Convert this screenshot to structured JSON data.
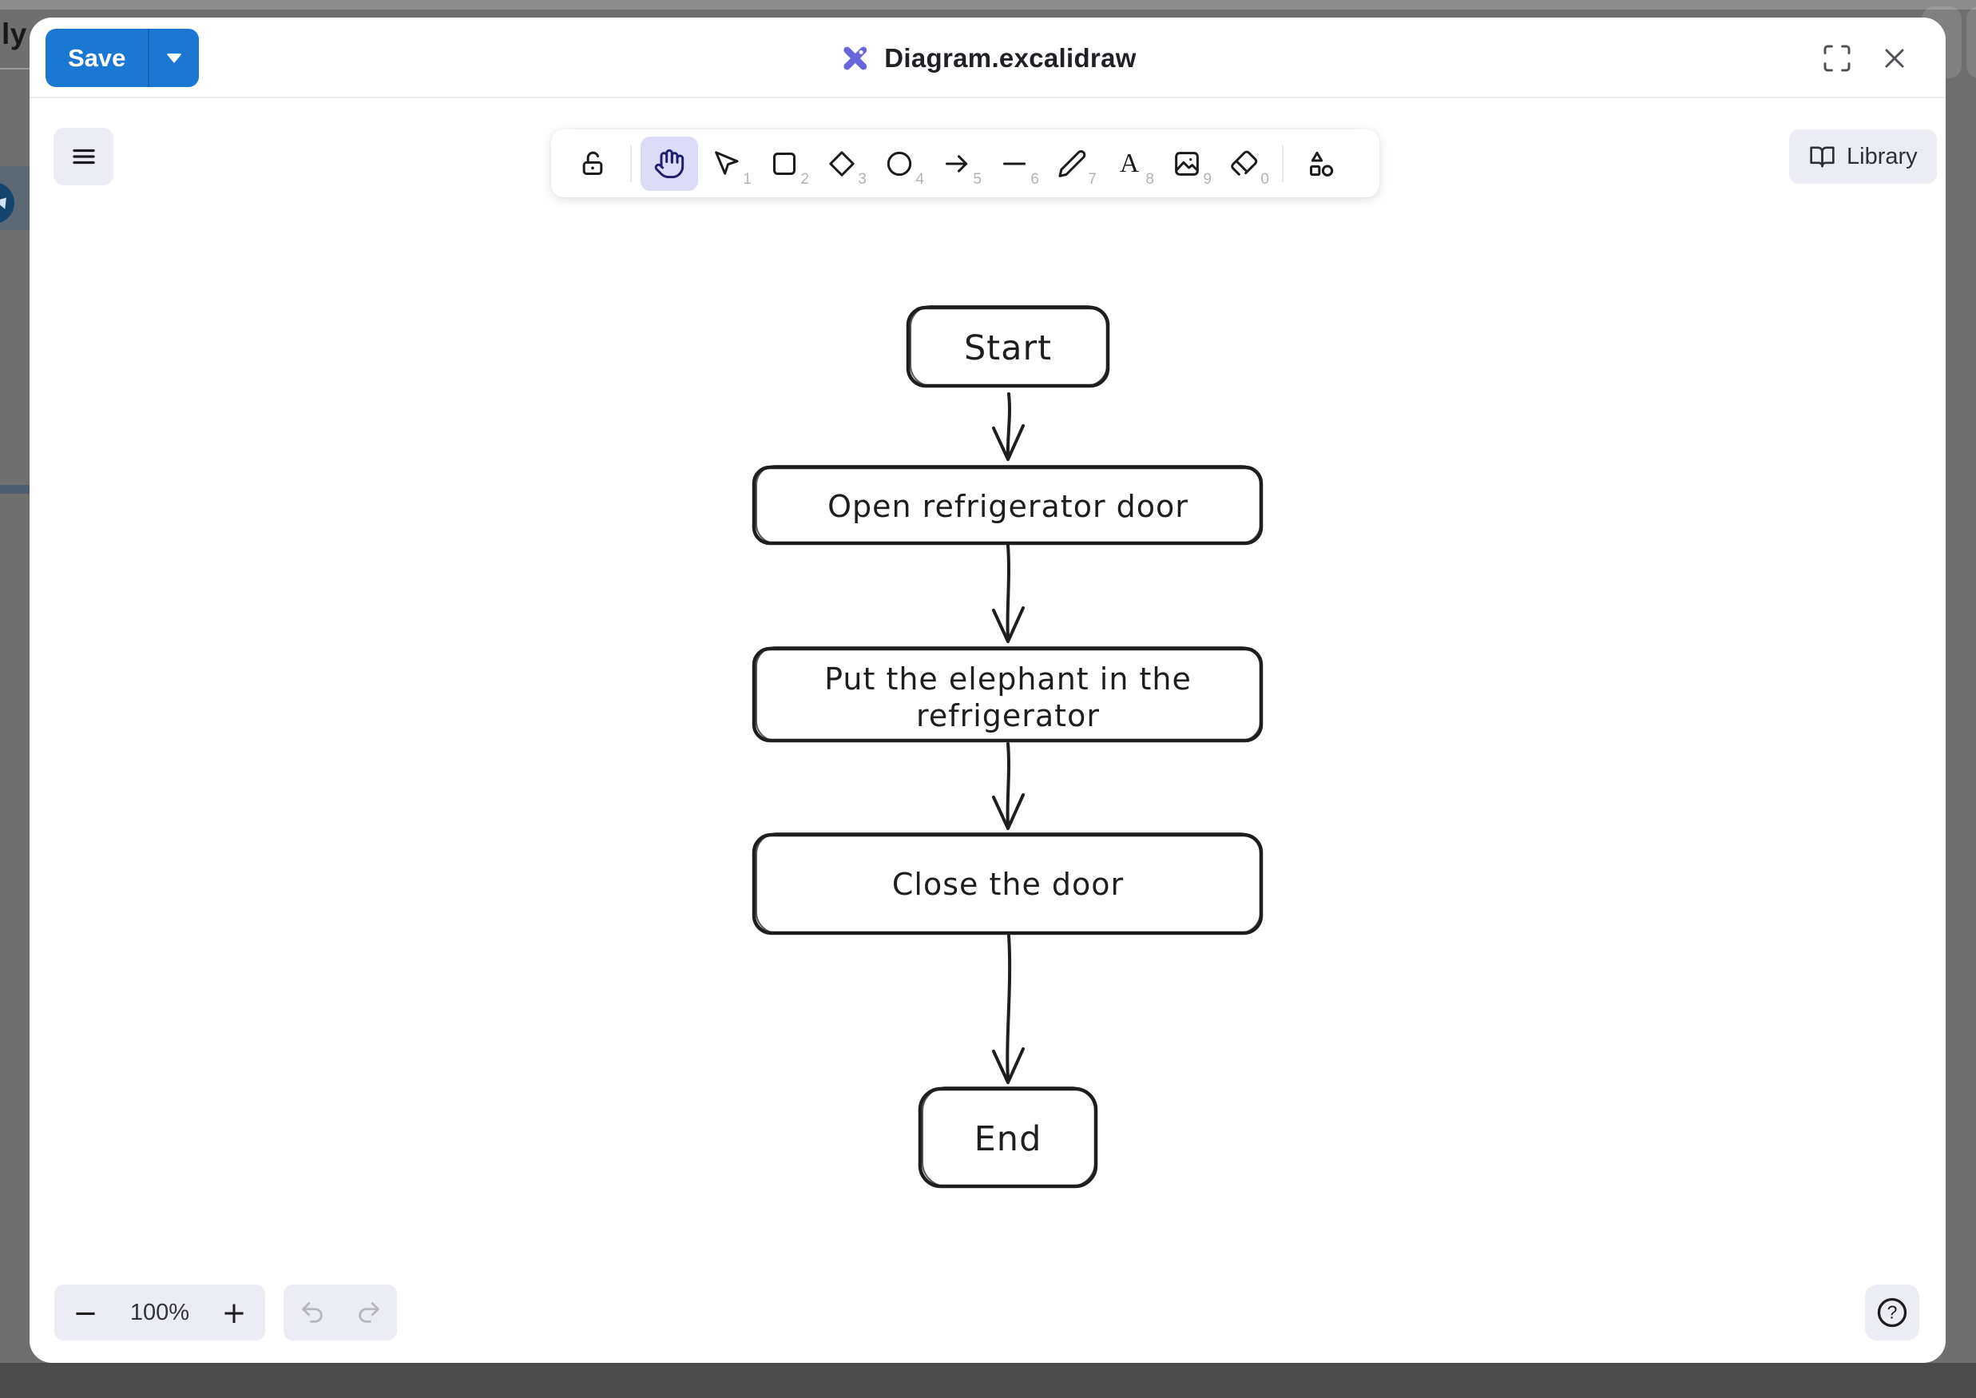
{
  "backdrop": {
    "clipped_text": "ly F"
  },
  "titlebar": {
    "save_label": "Save",
    "title": "Diagram.excalidraw"
  },
  "toolbar": {
    "tools": [
      {
        "name": "lock"
      },
      {
        "name": "hand",
        "selected": true
      },
      {
        "name": "selection",
        "shortcut": "1"
      },
      {
        "name": "rectangle",
        "shortcut": "2"
      },
      {
        "name": "diamond",
        "shortcut": "3"
      },
      {
        "name": "ellipse",
        "shortcut": "4"
      },
      {
        "name": "arrow",
        "shortcut": "5"
      },
      {
        "name": "line",
        "shortcut": "6"
      },
      {
        "name": "draw",
        "shortcut": "7"
      },
      {
        "name": "text",
        "shortcut": "8",
        "icon_glyph": "A"
      },
      {
        "name": "image",
        "shortcut": "9"
      },
      {
        "name": "eraser",
        "shortcut": "0"
      },
      {
        "name": "extra-shapes"
      }
    ],
    "library_label": "Library"
  },
  "diagram": {
    "nodes": [
      {
        "id": "start",
        "label": "Start"
      },
      {
        "id": "open",
        "label": "Open refrigerator door"
      },
      {
        "id": "put",
        "label": "Put the elephant in the refrigerator",
        "lines": [
          "Put the elephant in the",
          "refrigerator"
        ]
      },
      {
        "id": "close",
        "label": "Close the door"
      },
      {
        "id": "end",
        "label": "End"
      }
    ],
    "edges": [
      {
        "from": "start",
        "to": "open"
      },
      {
        "from": "open",
        "to": "put"
      },
      {
        "from": "put",
        "to": "close"
      },
      {
        "from": "close",
        "to": "end"
      }
    ]
  },
  "statusbar": {
    "zoom_out_glyph": "−",
    "zoom_value": "100%",
    "zoom_in_glyph": "+",
    "help_glyph": "?"
  },
  "colors": {
    "save_blue": "#1a78d2",
    "brand_purple": "#6965db",
    "selected_tool_bg": "#dcdcf8",
    "canvas_stroke": "#1e1e1e",
    "overlay_gray": "#6f6f6f"
  }
}
